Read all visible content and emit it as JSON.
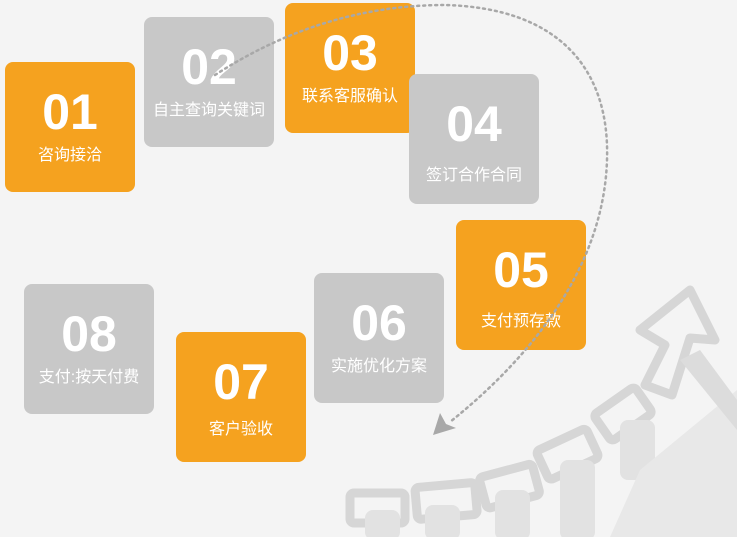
{
  "colors": {
    "orange": "#f5a21f",
    "gray": "#c8c8c8",
    "background": "#f4f4f4"
  },
  "steps": [
    {
      "number": "01",
      "label": "咨询接洽",
      "color": "orange"
    },
    {
      "number": "02",
      "label": "自主查询关键词",
      "color": "gray"
    },
    {
      "number": "03",
      "label": "联系客服确认",
      "color": "orange"
    },
    {
      "number": "04",
      "label": "签订合作合同",
      "color": "gray"
    },
    {
      "number": "05",
      "label": "支付预存款",
      "color": "orange"
    },
    {
      "number": "06",
      "label": "实施优化方案",
      "color": "gray"
    },
    {
      "number": "07",
      "label": "客户验收",
      "color": "orange"
    },
    {
      "number": "08",
      "label": "支付:按天付费",
      "color": "gray"
    }
  ]
}
